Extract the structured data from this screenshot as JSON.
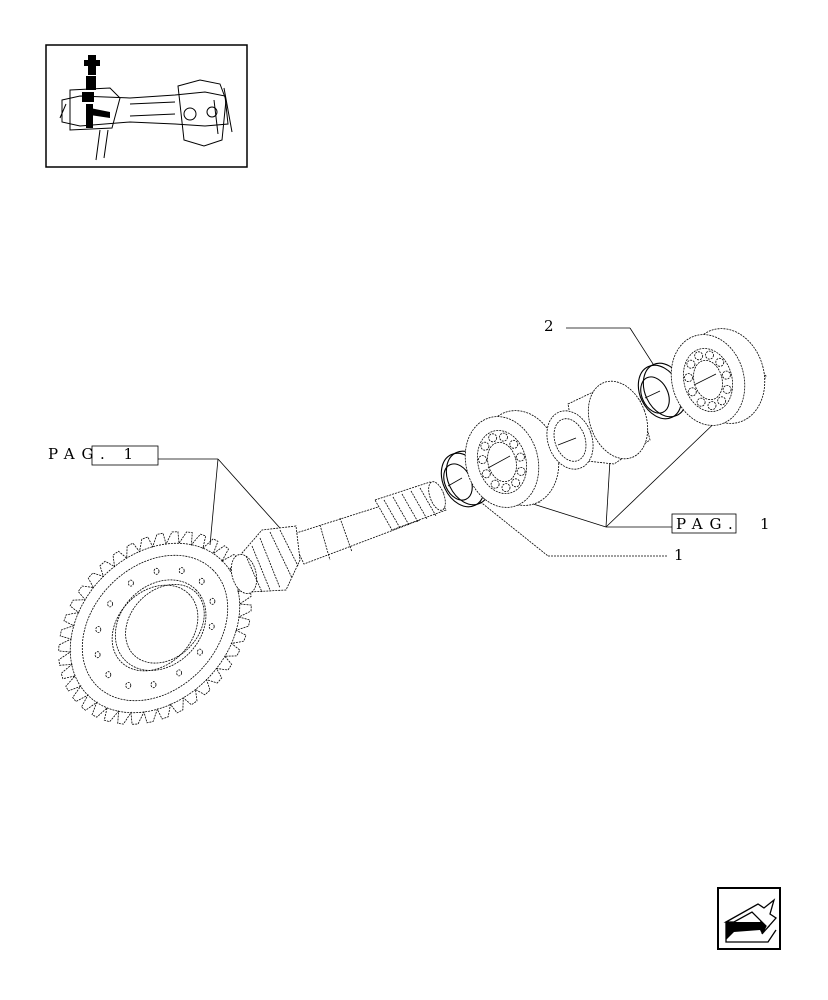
{
  "labels": {
    "ref_left": "PAG. 1",
    "ref_left_part_a": "PAG.",
    "ref_left_part_b": "1",
    "ref_right_part_a": "PAG.",
    "ref_right_part_b": "1",
    "callout_1": "1",
    "callout_2": "2"
  },
  "icons": {
    "thumbnail": "axle-assembly-thumbnail",
    "nav": "previous-page-arrow-icon"
  },
  "colors": {
    "line": "#000000",
    "background": "#ffffff"
  }
}
